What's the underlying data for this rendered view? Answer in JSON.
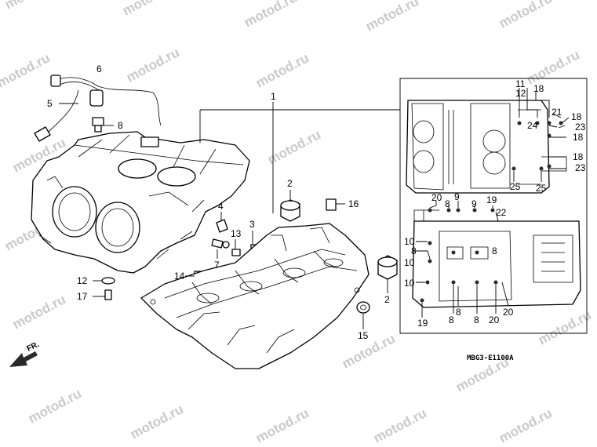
{
  "watermark": "motod.ru",
  "diagram_code": "MBG3-E1100A",
  "direction_label": "FR.",
  "callouts": {
    "c1": "1",
    "c2a": "2",
    "c2b": "2",
    "c3": "3",
    "c4": "4",
    "c5": "5",
    "c6": "6",
    "c7": "7",
    "c8": "8",
    "c12": "12",
    "c13": "13",
    "c14": "14",
    "c15": "15",
    "c16": "16",
    "c17": "17"
  },
  "inset_upper": {
    "n11": "11",
    "n12": "12",
    "n18a": "18",
    "n21": "21",
    "n18b": "18",
    "n24": "24",
    "n23a": "23",
    "n18c": "18",
    "n18d": "18",
    "n23b": "23",
    "n25a": "25",
    "n25b": "25"
  },
  "inset_lower": {
    "n20a": "20",
    "n8a": "8",
    "n9a": "9",
    "n9b": "9",
    "n19a": "19",
    "n22": "22",
    "n10a": "10",
    "n8b": "8",
    "n10b": "10",
    "n8c": "8",
    "n10c": "10",
    "n19b": "19",
    "n8d": "8",
    "n8e": "8",
    "n8f": "8",
    "n20b": "20",
    "n20c": "20"
  }
}
